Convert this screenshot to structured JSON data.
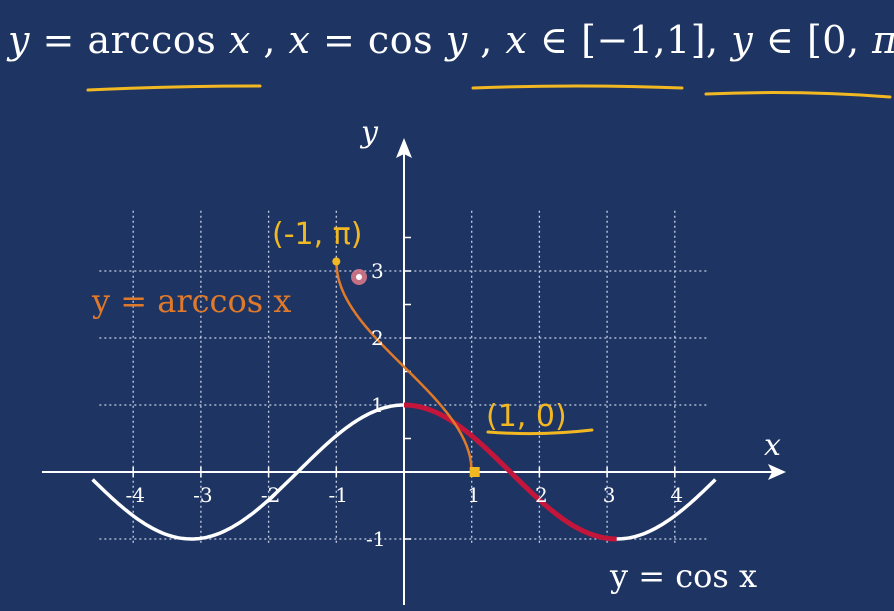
{
  "title": {
    "parts": [
      {
        "text": "y",
        "italic": true
      },
      {
        "text": " = arccos ",
        "italic": false
      },
      {
        "text": "x",
        "italic": true
      },
      {
        "text": " , ",
        "italic": false
      },
      {
        "text": "x",
        "italic": true
      },
      {
        "text": " = cos ",
        "italic": false
      },
      {
        "text": "y",
        "italic": true
      },
      {
        "text": " , ",
        "italic": false
      },
      {
        "text": "x",
        "italic": true
      },
      {
        "text": " ∈ [−1,1], ",
        "italic": false
      },
      {
        "text": "y",
        "italic": true
      },
      {
        "text": " ∈ [0, ",
        "italic": false
      },
      {
        "text": "π",
        "italic": true
      },
      {
        "text": "]",
        "italic": false
      }
    ]
  },
  "axes": {
    "x_label": "x",
    "y_label": "y",
    "x_ticks": [
      "-4",
      "-3",
      "-2",
      "-1",
      "1",
      "2",
      "3",
      "4"
    ],
    "y_ticks": [
      "1",
      "2",
      "3",
      "-1"
    ]
  },
  "curves": {
    "cos_label": "y = cos x",
    "arccos_label": "y = arccos x"
  },
  "annotations": {
    "point_left": "(-1, π)",
    "point_right": "(1, 0)"
  },
  "colors": {
    "background": "#1e3563",
    "grid": "#c8d2e6",
    "axis": "#ffffff",
    "cos_curve": "#ffffff",
    "cos_highlight": "#c4153a",
    "arccos_curve": "#e07a2a",
    "annotation": "#f2b822"
  }
}
